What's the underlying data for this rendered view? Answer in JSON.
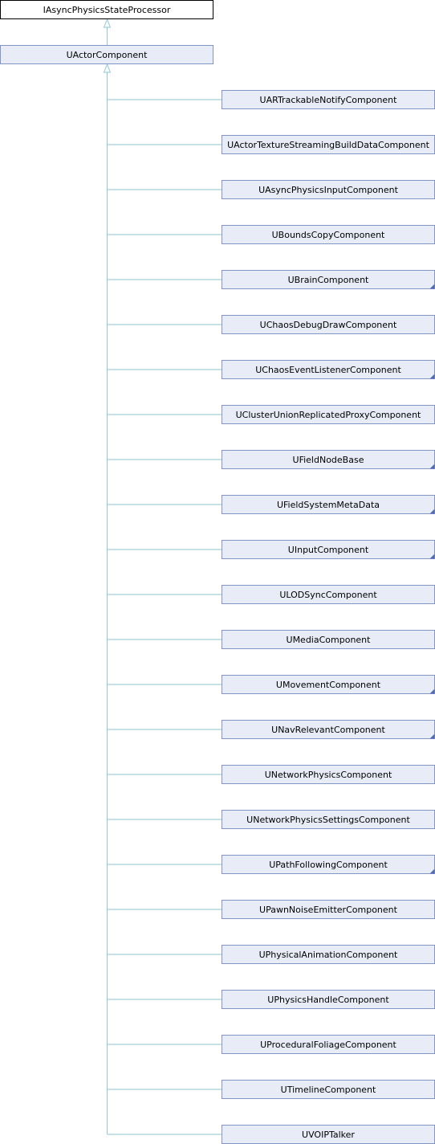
{
  "diagram": {
    "interface": {
      "label": "IAsyncPhysicsStateProcessor"
    },
    "base": {
      "label": "UActorComponent"
    },
    "children": [
      {
        "label": "UARTrackableNotifyComponent",
        "has_more": false
      },
      {
        "label": "UActorTextureStreamingBuildDataComponent",
        "has_more": false
      },
      {
        "label": "UAsyncPhysicsInputComponent",
        "has_more": false
      },
      {
        "label": "UBoundsCopyComponent",
        "has_more": false
      },
      {
        "label": "UBrainComponent",
        "has_more": true
      },
      {
        "label": "UChaosDebugDrawComponent",
        "has_more": false
      },
      {
        "label": "UChaosEventListenerComponent",
        "has_more": true
      },
      {
        "label": "UClusterUnionReplicatedProxyComponent",
        "has_more": false
      },
      {
        "label": "UFieldNodeBase",
        "has_more": true
      },
      {
        "label": "UFieldSystemMetaData",
        "has_more": true
      },
      {
        "label": "UInputComponent",
        "has_more": true
      },
      {
        "label": "ULODSyncComponent",
        "has_more": false
      },
      {
        "label": "UMediaComponent",
        "has_more": false
      },
      {
        "label": "UMovementComponent",
        "has_more": true
      },
      {
        "label": "UNavRelevantComponent",
        "has_more": true
      },
      {
        "label": "UNetworkPhysicsComponent",
        "has_more": false
      },
      {
        "label": "UNetworkPhysicsSettingsComponent",
        "has_more": false
      },
      {
        "label": "UPathFollowingComponent",
        "has_more": true
      },
      {
        "label": "UPawnNoiseEmitterComponent",
        "has_more": false
      },
      {
        "label": "UPhysicalAnimationComponent",
        "has_more": false
      },
      {
        "label": "UPhysicsHandleComponent",
        "has_more": false
      },
      {
        "label": "UProceduralFoliageComponent",
        "has_more": false
      },
      {
        "label": "UTimelineComponent",
        "has_more": false
      },
      {
        "label": "UVOIPTalker",
        "has_more": false
      }
    ],
    "colors": {
      "node_fill": "#e8ecf7",
      "node_border": "#8495c8",
      "interface_fill": "#ffffff",
      "interface_border": "#000000",
      "edge": "#8ec7d8",
      "more_marker": "#4e6bb0"
    }
  }
}
